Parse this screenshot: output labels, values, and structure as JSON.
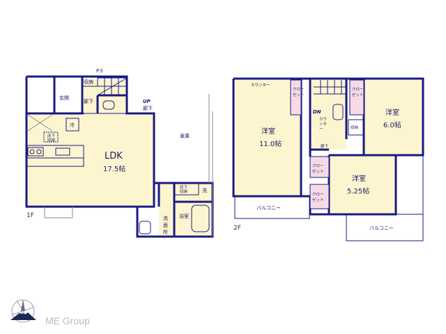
{
  "floor1": {
    "floor_label": "1F",
    "ps_label": "P.S",
    "rooms": {
      "ldk_name": "LDK",
      "ldk_size": "17.5帖",
      "genkan": "玄関",
      "shuno": "収納",
      "roka1": "廊下",
      "up": "UP",
      "roka2": "廊下",
      "rei": "冷",
      "yukashita_1": "床下",
      "yukashita_2": "収納",
      "shako": "車庫",
      "yukashita_b1": "床下",
      "yukashita_b2": "収納",
      "sen": "洗",
      "senmen_1": "洗",
      "senmen_2": "面",
      "senmen_3": "所",
      "yokushitsu": "浴室"
    }
  },
  "floor2": {
    "floor_label": "2F",
    "rooms": {
      "counter1": "カウンター",
      "closet1_1": "クロー",
      "closet1_2": "ゼット",
      "closet2_1": "クロー",
      "closet2_2": "ゼット",
      "yoshitsu_main": "洋室",
      "yoshitsu_main_size": "11.0帖",
      "dn": "DN",
      "counter2_1": "カウ",
      "counter2_2": "ンタ",
      "counter2_3": "ー",
      "shuno": "収納",
      "yoshitsu_right": "洋室",
      "yoshitsu_right_size": "6.0帖",
      "roka": "廊下",
      "closet3_1": "クロー",
      "closet3_2": "ゼット",
      "closet4_1": "クロー",
      "closet4_2": "ゼット",
      "yoshitsu_small": "洋室",
      "yoshitsu_small_size": "5.25帖",
      "balcony_left": "バルコニー",
      "balcony_right": "バルコニー"
    }
  },
  "branding": {
    "logo_text": "ME Group"
  },
  "colors": {
    "wall": "#1a1a80",
    "room_fill": "#fdf5cf",
    "closet_fill": "#f6dbe6",
    "logo": "#b7b9c9"
  },
  "icons": [
    "compass-icon",
    "mount-fuji-icon"
  ]
}
